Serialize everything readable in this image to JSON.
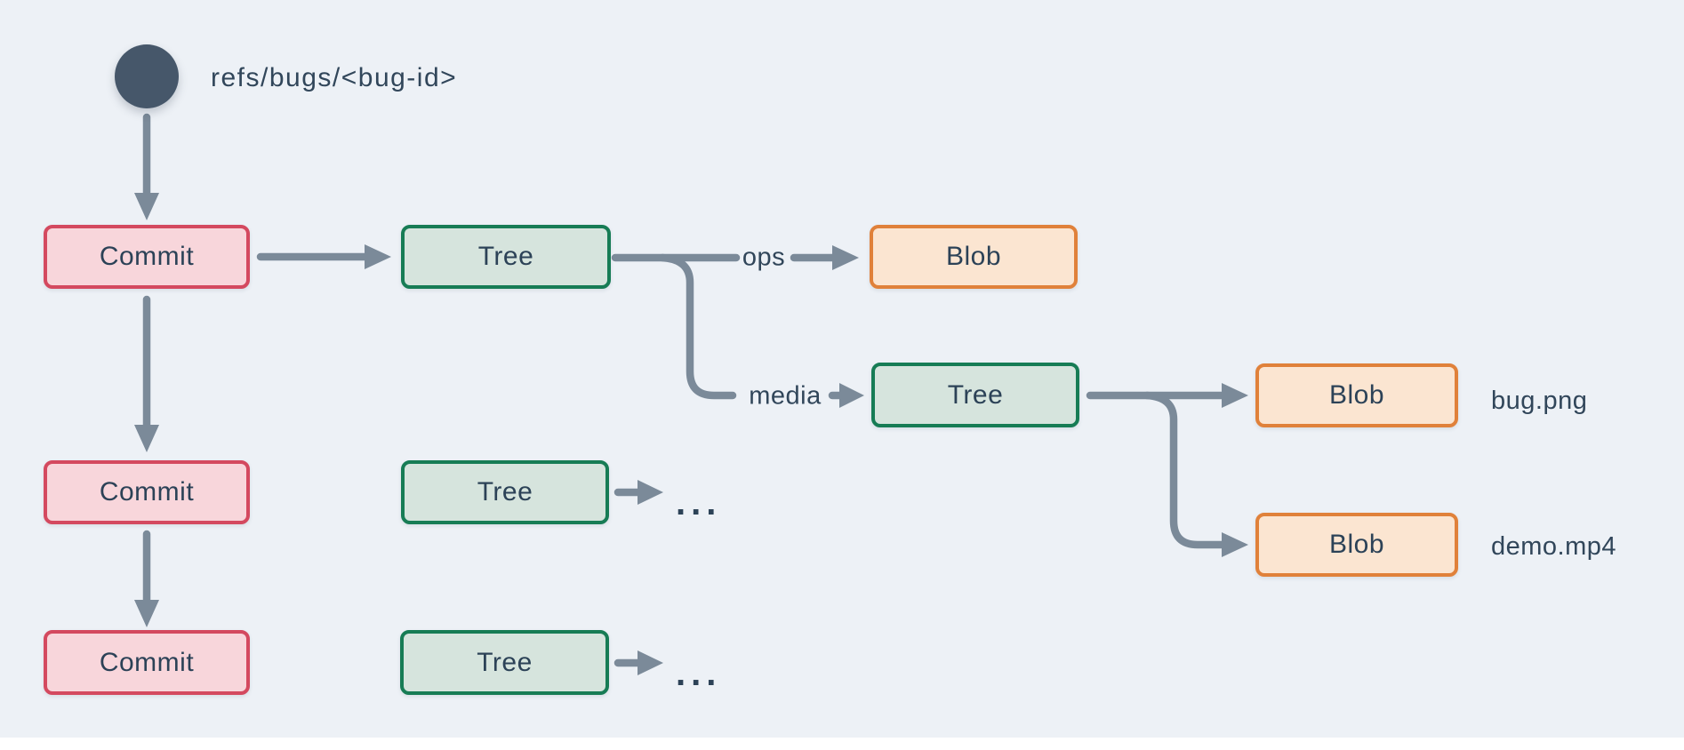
{
  "colors": {
    "background": "#edf1f6",
    "bottom_strip": "#ffffff",
    "arrow": "#7b8a99",
    "ref_circle": "#46576a",
    "commit_fill": "#f8d6db",
    "commit_border": "#d4495f",
    "tree_fill": "#d6e4dd",
    "tree_border": "#177c55",
    "blob_fill": "#fbe5d1",
    "blob_border": "#e0813a",
    "node_text": "#2c4257",
    "label_text": "#31465a"
  },
  "ref": {
    "label": "refs/bugs/<bug-id>"
  },
  "nodes": {
    "commit1": {
      "label": "Commit"
    },
    "commit2": {
      "label": "Commit"
    },
    "commit3": {
      "label": "Commit"
    },
    "tree1": {
      "label": "Tree"
    },
    "tree_row2": {
      "label": "Tree"
    },
    "tree_row3": {
      "label": "Tree"
    },
    "tree_media": {
      "label": "Tree"
    },
    "blob_ops": {
      "label": "Blob"
    },
    "blob_bug": {
      "label": "Blob"
    },
    "blob_demo": {
      "label": "Blob"
    }
  },
  "edge_labels": {
    "ops": "ops",
    "media": "media"
  },
  "file_labels": {
    "bug": "bug.png",
    "demo": "demo.mp4"
  },
  "ellipsis": {
    "row2": "...",
    "row3": "..."
  }
}
